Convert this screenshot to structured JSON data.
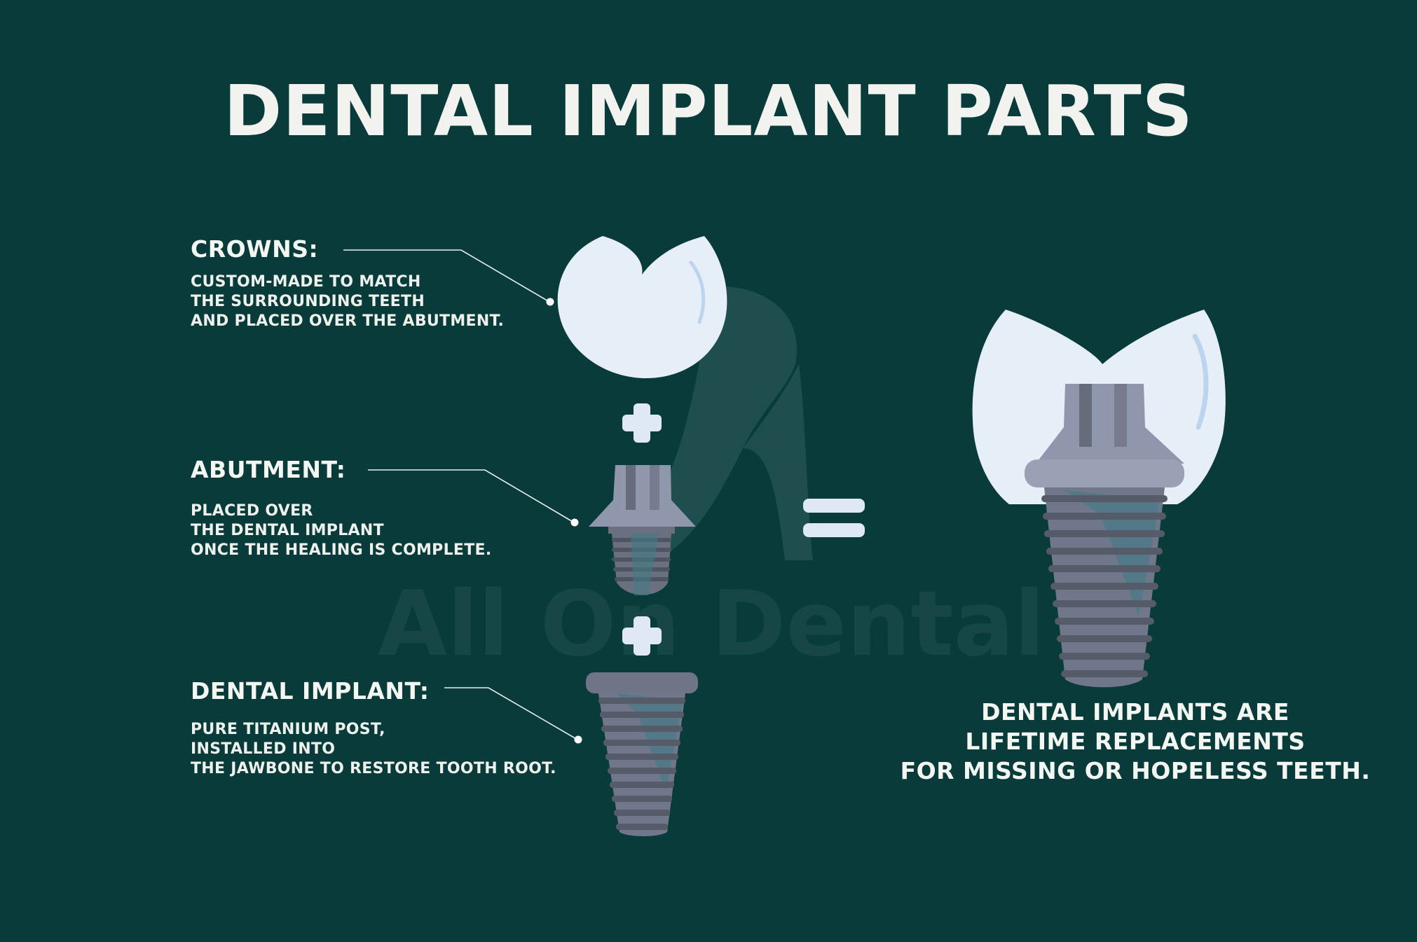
{
  "title": "DENTAL IMPLANT PARTS",
  "parts": [
    {
      "heading": "CROWNS:",
      "lines": [
        "CUSTOM-MADE TO MATCH",
        "THE SURROUNDING TEETH",
        "AND PLACED OVER THE ABUTMENT."
      ]
    },
    {
      "heading": "ABUTMENT:",
      "lines": [
        "PLACED OVER",
        "THE DENTAL IMPLANT",
        "ONCE THE HEALING IS COMPLETE."
      ]
    },
    {
      "heading": "DENTAL IMPLANT:",
      "lines": [
        "PURE TITANIUM POST,",
        "INSTALLED INTO",
        "THE JAWBONE TO RESTORE TOOTH ROOT."
      ]
    }
  ],
  "summary": [
    "DENTAL IMPLANTS ARE",
    "LIFETIME REPLACEMENTS",
    "FOR MISSING OR HOPELESS TEETH."
  ],
  "watermark": "All On Dental",
  "colors": {
    "background": "#093b3b",
    "crown": "#e6eef8",
    "metal_dark": "#5d6270",
    "metal_light": "#8f97ad",
    "accent_blue": "#3f7b89",
    "symbol": "#dfe8f5"
  }
}
